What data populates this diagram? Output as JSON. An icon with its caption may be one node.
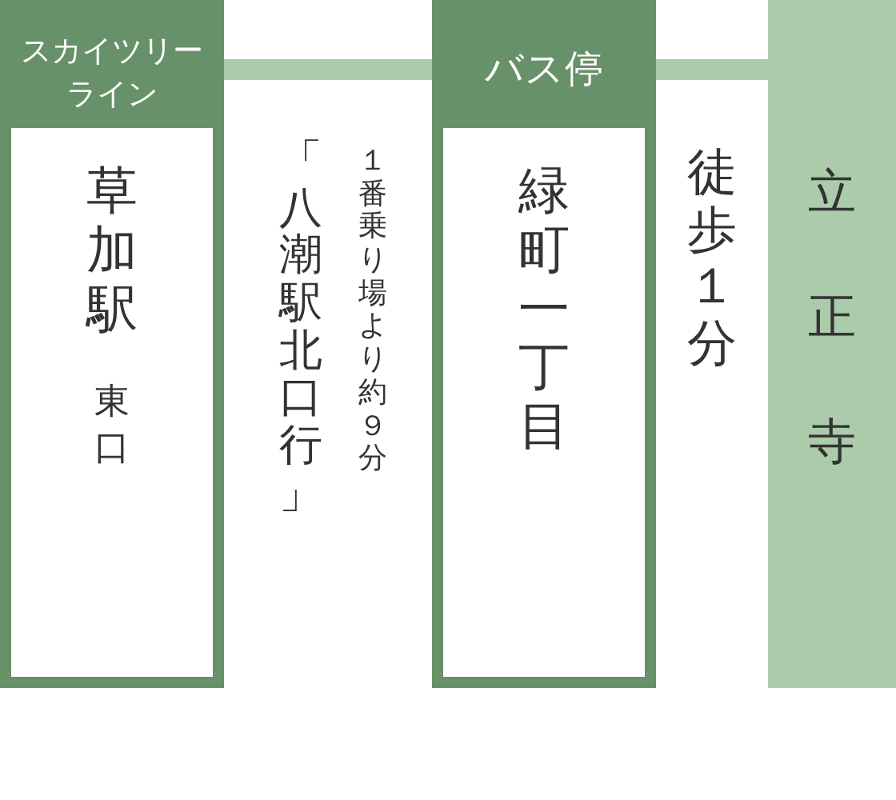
{
  "diagram": {
    "nodes": [
      {
        "text": [
          "スカイツリーライン"
        ]
      },
      {
        "text": [
          "草加駅",
          "東口"
        ],
        "in": 0
      },
      {
        "text": [
          "バス停"
        ]
      },
      {
        "text": [
          "緑町一丁目"
        ],
        "in": 2
      },
      {
        "text": [
          "立正寺"
        ]
      }
    ],
    "edges": [
      {
        "from": 0,
        "to": 2,
        "arrow": "none"
      },
      {
        "from": 2,
        "to": 4,
        "arrow": "none"
      }
    ],
    "labels": [
      "１番乗り場より約９分",
      "「八潮駅北口行」",
      "徒歩１分"
    ]
  }
}
